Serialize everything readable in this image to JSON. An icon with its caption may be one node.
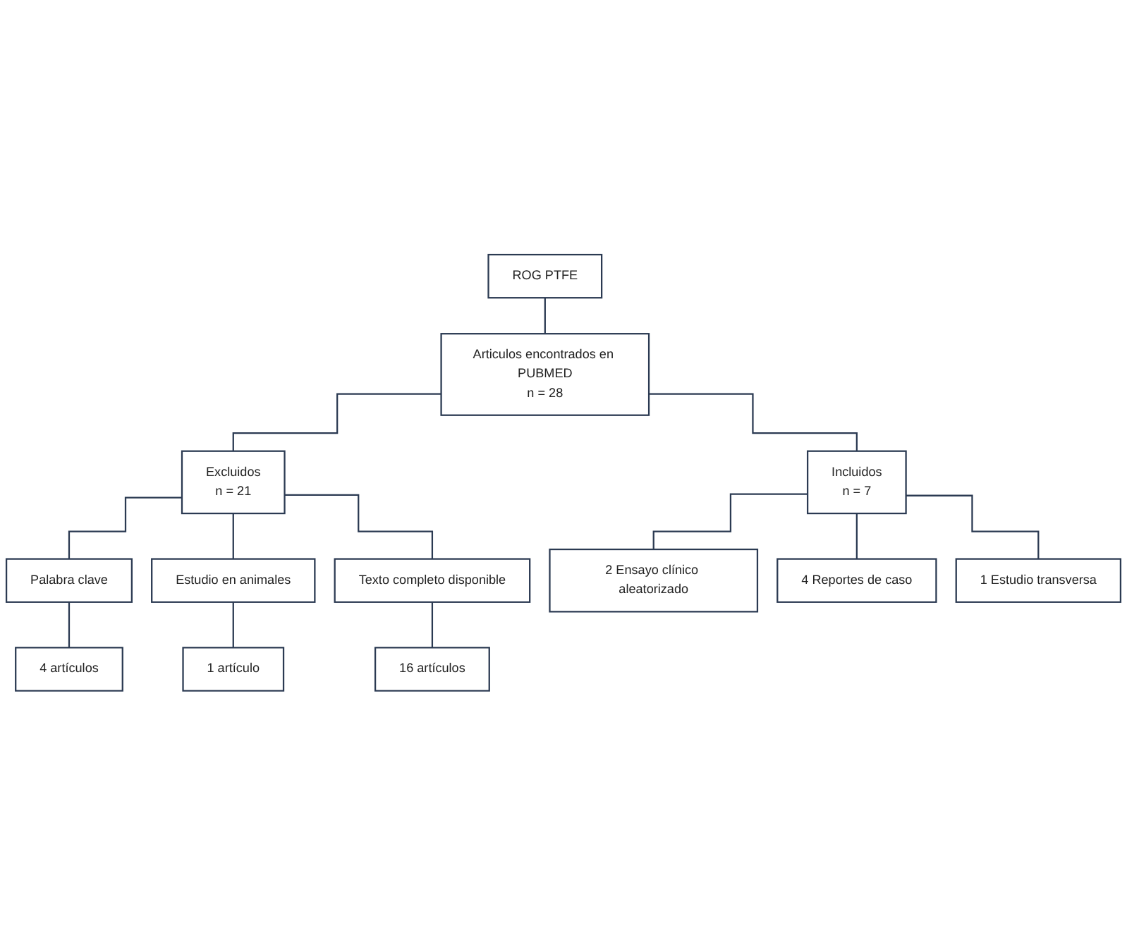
{
  "diagram": {
    "nodes": [
      {
        "text": [
          "ROG PTFE"
        ]
      },
      {
        "text": [
          "Articulos encontrados en PUBMED",
          "n = 28"
        ]
      },
      {
        "text": [
          "Excluidos",
          "n = 21"
        ]
      },
      {
        "text": [
          "Incluidos",
          "n = 7"
        ]
      },
      {
        "text": [
          "Palabra clave"
        ]
      },
      {
        "text": [
          "Estudio en animales"
        ]
      },
      {
        "text": [
          "Texto completo disponible"
        ]
      },
      {
        "text": [
          "4 artículos"
        ]
      },
      {
        "text": [
          "1 artículo"
        ]
      },
      {
        "text": [
          "16 artículos"
        ]
      },
      {
        "text": [
          "2 Ensayo clínico aleatorizado"
        ]
      },
      {
        "text": [
          "4 Reportes de caso"
        ]
      },
      {
        "text": [
          "1 Estudio transversa"
        ]
      }
    ],
    "edges": [
      {
        "from": 0,
        "to": 1,
        "arrow": "none"
      },
      {
        "from": 1,
        "to": 2,
        "arrow": "none"
      },
      {
        "from": 1,
        "to": 3,
        "arrow": "none"
      },
      {
        "from": 2,
        "to": 4,
        "arrow": "none"
      },
      {
        "from": 2,
        "to": 5,
        "arrow": "none"
      },
      {
        "from": 2,
        "to": 6,
        "arrow": "none"
      },
      {
        "from": 4,
        "to": 7,
        "arrow": "none"
      },
      {
        "from": 5,
        "to": 8,
        "arrow": "none"
      },
      {
        "from": 6,
        "to": 9,
        "arrow": "none"
      },
      {
        "from": 3,
        "to": 10,
        "arrow": "none"
      },
      {
        "from": 3,
        "to": 11,
        "arrow": "none"
      },
      {
        "from": 3,
        "to": 12,
        "arrow": "none"
      }
    ]
  }
}
